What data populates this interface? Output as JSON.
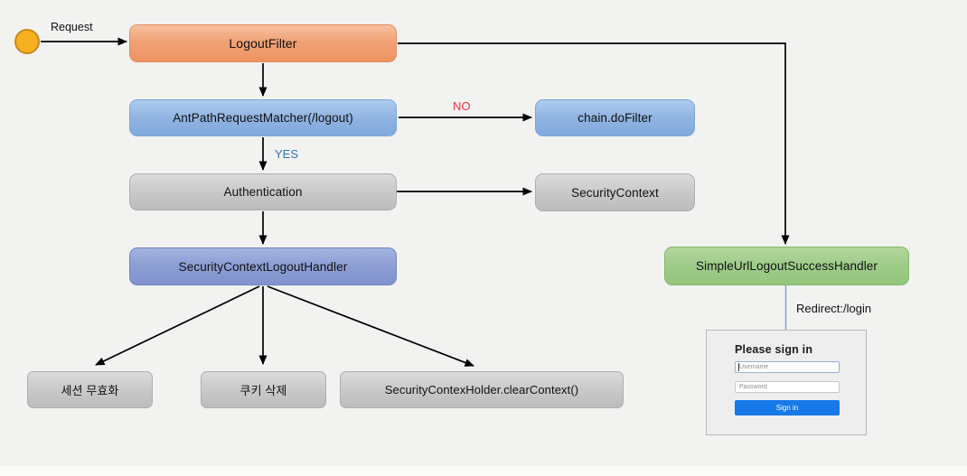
{
  "diagram": {
    "start_label": "Request",
    "nodes": {
      "logout_filter": {
        "label": "LogoutFilter",
        "color": "#ee9362"
      },
      "ant_path_matcher": {
        "label": "AntPathRequestMatcher(/logout)",
        "color": "#81a9dc"
      },
      "chain_do_filter": {
        "label": "chain.doFilter",
        "color": "#81a9dc"
      },
      "authentication": {
        "label": "Authentication",
        "color": "#bcbcbc"
      },
      "security_context": {
        "label": "SecurityContext",
        "color": "#bcbcbc"
      },
      "security_context_logout_handler": {
        "label": "SecurityContextLogoutHandler",
        "color": "#8193cd"
      },
      "session_invalidate": {
        "label": "세션 무효화",
        "color": "#bcbcbc"
      },
      "cookie_delete": {
        "label": "쿠키 삭제",
        "color": "#bcbcbc"
      },
      "clear_context": {
        "label": "SecurityContexHolder.clearContext()",
        "color": "#bcbcbc"
      },
      "simple_url_logout_success_handler": {
        "label": "SimpleUrlLogoutSuccessHandler",
        "color": "#93c57d"
      }
    },
    "edge_labels": {
      "no": {
        "text": "NO",
        "color": "#ef3340"
      },
      "yes": {
        "text": "YES",
        "color": "#3077bd"
      },
      "redirect": {
        "text": "Redirect:/login",
        "color": "#111111"
      }
    },
    "start_circle_color": "#f6b120",
    "arrow_color": "#000000",
    "redirect_connector_color": "#76a3d6",
    "background_color": "#f2f2f1"
  },
  "login_form": {
    "heading": "Please sign in",
    "username_placeholder": "Username",
    "password_placeholder": "Password",
    "submit_label": "Sign in",
    "button_color": "#1778e8"
  }
}
